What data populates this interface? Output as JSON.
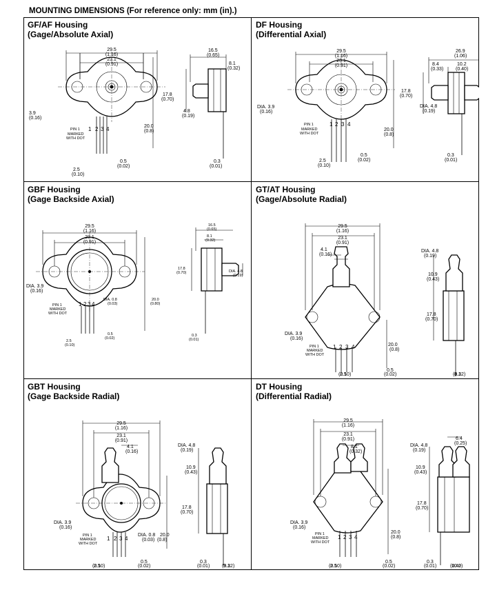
{
  "page_title": "MOUNTING DIMENSIONS (For reference only: mm (in).)",
  "panels": [
    {
      "title": "GF/AF Housing",
      "subtitle": "(Gage/Absolute Axial)",
      "d_width": "29.5",
      "d_width_in": "(1.16)",
      "d_holes": "23.1",
      "d_holes_in": "(0.91)",
      "d_hole": "3.9",
      "d_hole_in": "(0.16)",
      "d_pins": "20.0",
      "d_pins_in": "(0.8)",
      "d_pitch": "2.5",
      "d_pitch_in": "(0.10)",
      "d_pinw": "0.5",
      "d_pinw_in": "(0.02)",
      "d_side_len": "16.5",
      "d_side_len_in": "(0.65)",
      "d_side_a": "8.1",
      "d_side_a_in": "(0.32)",
      "d_side_h": "17.8",
      "d_side_h_in": "(0.70)",
      "d_tube": "4.8",
      "d_tube_in": "(0.19)",
      "d_lead": "0.3",
      "d_lead_in": "(0.01)",
      "pin_marked": "PIN 1",
      "marked": "MARKED",
      "with_dot": "WITH DOT",
      "p1": "1",
      "p2": "2",
      "p3": "3",
      "p4": "4"
    },
    {
      "title": "DF Housing",
      "subtitle": "(Differential Axial)",
      "d_width": "29.5",
      "d_width_in": "(1.16)",
      "d_holes": "23.1",
      "d_holes_in": "(0.91)",
      "d_hole": "DIA. 3.9",
      "d_hole_in": "(0.16)",
      "d_pins": "20.0",
      "d_pins_in": "(0.8)",
      "d_pitch": "2.5",
      "d_pitch_in": "(0.10)",
      "d_pinw": "0.5",
      "d_pinw_in": "(0.02)",
      "d_side_len": "26.9",
      "d_side_len_in": "(1.06)",
      "d_side_a": "8.4",
      "d_side_a_in": "(0.33)",
      "d_side_b": "10.2",
      "d_side_b_in": "(0.40)",
      "d_side_h": "17.8",
      "d_side_h_in": "(0.70)",
      "d_tube": "DIA. 4.8",
      "d_tube_in": "(0.19)",
      "d_lead": "0.3",
      "d_lead_in": "(0.01)",
      "pin_marked": "PIN 1",
      "marked": "MARKED",
      "with_dot": "WITH DOT",
      "p1": "1",
      "p2": "2",
      "p3": "3",
      "p4": "4"
    },
    {
      "title": "GBF Housing",
      "subtitle": "(Gage Backside Axial)",
      "d_width": "29.5",
      "d_width_in": "(1.16)",
      "d_holes": "23.1",
      "d_holes_in": "(0.91)",
      "d_hole": "DIA. 3.9",
      "d_hole_in": "(0.16)",
      "d_port": "DIA. 0.8",
      "d_port_in": "(0.03)",
      "d_pins": "20.0",
      "d_pins_in": "(0.80)",
      "d_pitch": "2.5",
      "d_pitch_in": "(0.10)",
      "d_pinw": "0.5",
      "d_pinw_in": "(0.02)",
      "d_side_len": "16.5",
      "d_side_len_in": "(0.65)",
      "d_side_a": "8.1",
      "d_side_a_in": "(0.32)",
      "d_side_h": "17.8",
      "d_side_h_in": "(0.70)",
      "d_tube": "DIA. 4.8",
      "d_tube_in": "(0.19)",
      "d_lead": "0.3",
      "d_lead_in": "(0.01)",
      "pin_marked": "PIN 1",
      "marked": "MARKED",
      "with_dot": "WITH DOT",
      "p1": "1",
      "p2": "2",
      "p3": "3",
      "p4": "4"
    },
    {
      "title": "GT/AT Housing",
      "subtitle": "(Gage/Absolute Radial)",
      "d_width": "29.5",
      "d_width_in": "(1.16)",
      "d_holes": "23.1",
      "d_holes_in": "(0.91)",
      "d_port_off": "4.1",
      "d_port_off_in": "(0.16)",
      "d_hole": "DIA. 3.9",
      "d_hole_in": "(0.16)",
      "d_pins": "20.0",
      "d_pins_in": "(0.8)",
      "d_pitch": "2.5",
      "d_pitch_in": "(0.10)",
      "d_pinw": "0.5",
      "d_pinw_in": "(0.02)",
      "d_tube": "DIA. 4.8",
      "d_tube_in": "(0.19)",
      "d_tube_h": "10.9",
      "d_tube_h_in": "(0.43)",
      "d_side_h": "17.8",
      "d_side_h_in": "(0.70)",
      "d_side_a": "8.1",
      "d_side_a_in": "(0.32)",
      "pin_marked": "PIN 1",
      "marked": "MARKED",
      "with_dot": "WITH DOT",
      "p1": "1",
      "p2": "2",
      "p3": "3",
      "p4": "4"
    },
    {
      "title": "GBT Housing",
      "subtitle": "(Gage Backside Radial)",
      "d_width": "29.5",
      "d_width_in": "(1.16)",
      "d_holes": "23.1",
      "d_holes_in": "(0.91)",
      "d_port_off": "4.1",
      "d_port_off_in": "(0.16)",
      "d_hole": "DIA. 3.9",
      "d_hole_in": "(0.16)",
      "d_port": "DIA. 0.8",
      "d_port_in": "(0.03)",
      "d_pins": "20.0",
      "d_pins_in": "(0.8)",
      "d_pitch": "2.5",
      "d_pitch_in": "(0.10)",
      "d_pinw": "0.5",
      "d_pinw_in": "(0.02)",
      "d_tube": "DIA. 4.8",
      "d_tube_in": "(0.19)",
      "d_tube_h": "10.9",
      "d_tube_h_in": "(0.43)",
      "d_side_h": "17.8",
      "d_side_h_in": "(0.70)",
      "d_lead": "0.3",
      "d_lead_in": "(0.01)",
      "d_side_a": "8.1",
      "d_side_a_in": "(0.32)",
      "pin_marked": "PIN 1",
      "marked": "MARKED",
      "with_dot": "WITH DOT",
      "p1": "1",
      "p2": "2",
      "p3": "3",
      "p4": "4"
    },
    {
      "title": "DT Housing",
      "subtitle": "(Differential Radial)",
      "d_width": "29.5",
      "d_width_in": "(1.16)",
      "d_holes": "23.1",
      "d_holes_in": "(0.91)",
      "d_port_off": "8.1",
      "d_port_off_in": "(0.32)",
      "d_hole": "DIA. 3.9",
      "d_hole_in": "(0.16)",
      "d_pins": "20.0",
      "d_pins_in": "(0.8)",
      "d_pitch": "2.5",
      "d_pitch_in": "(0.10)",
      "d_pinw": "0.5",
      "d_pinw_in": "(0.02)",
      "d_tube": "DIA. 4.8",
      "d_tube_in": "(0.19)",
      "d_tube_h": "10.9",
      "d_tube_h_in": "(0.43)",
      "d_side_sp": "6.4",
      "d_side_sp_in": "(0.25)",
      "d_side_h": "17.8",
      "d_side_h_in": "(0.70)",
      "d_lead": "0.3",
      "d_lead_in": "(0.01)",
      "d_side_b": "10.2",
      "d_side_b_in": "(0.40)",
      "pin_marked": "PIN 1",
      "marked": "MARKED",
      "with_dot": "WITH DOT",
      "p1": "1",
      "p2": "2",
      "p3": "3",
      "p4": "4"
    }
  ]
}
